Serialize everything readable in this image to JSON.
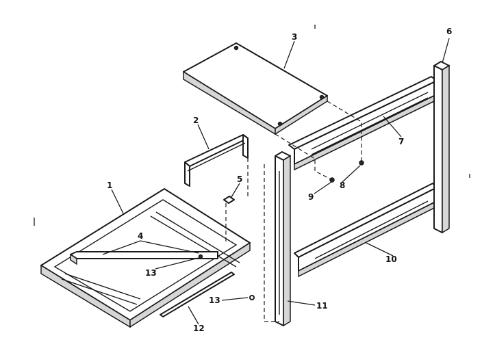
{
  "diagram": {
    "callouts": [
      {
        "key": "c1",
        "text": "1"
      },
      {
        "key": "c2",
        "text": "2"
      },
      {
        "key": "c3",
        "text": "3"
      },
      {
        "key": "c4",
        "text": "4"
      },
      {
        "key": "c5",
        "text": "5"
      },
      {
        "key": "c6",
        "text": "6"
      },
      {
        "key": "c7",
        "text": "7"
      },
      {
        "key": "c8",
        "text": "8"
      },
      {
        "key": "c9",
        "text": "9"
      },
      {
        "key": "c10",
        "text": "10"
      },
      {
        "key": "c11",
        "text": "11"
      },
      {
        "key": "c12",
        "text": "12"
      },
      {
        "key": "c13a",
        "text": "13"
      },
      {
        "key": "c13b",
        "text": "13"
      }
    ]
  }
}
